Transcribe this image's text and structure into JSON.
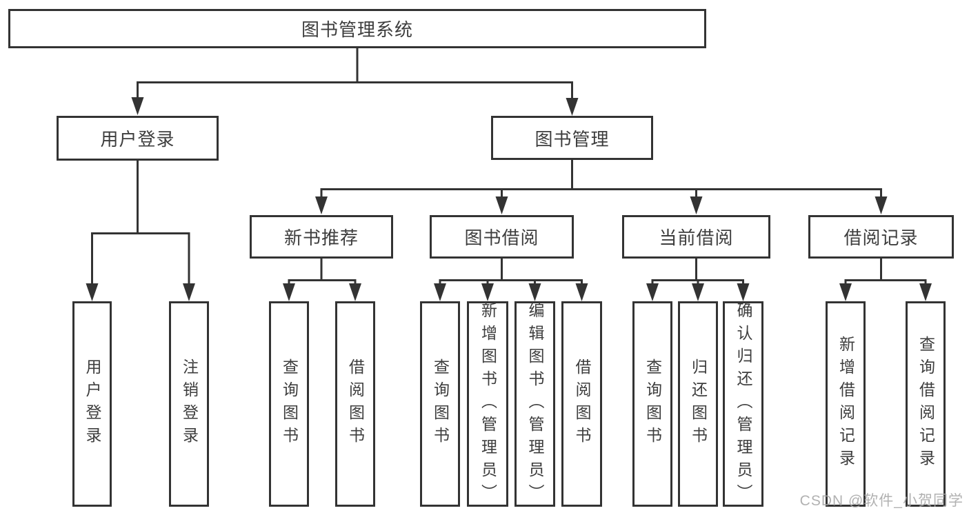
{
  "diagram": {
    "root": {
      "label": "图书管理系统"
    },
    "branches": [
      {
        "label": "用户登录",
        "children": [
          {
            "label": "用户登录"
          },
          {
            "label": "注销登录"
          }
        ]
      },
      {
        "label": "图书管理",
        "children": [
          {
            "label": "新书推荐",
            "children": [
              {
                "label": "查询图书"
              },
              {
                "label": "借阅图书"
              }
            ]
          },
          {
            "label": "图书借阅",
            "children": [
              {
                "label": "查询图书"
              },
              {
                "label": "新增图书（管理员）"
              },
              {
                "label": "编辑图书（管理员）"
              },
              {
                "label": "借阅图书"
              }
            ]
          },
          {
            "label": "当前借阅",
            "children": [
              {
                "label": "查询图书"
              },
              {
                "label": "归还图书"
              },
              {
                "label": "确认归还（管理员）"
              }
            ]
          },
          {
            "label": "借阅记录",
            "children": [
              {
                "label": "新增借阅记录"
              },
              {
                "label": "查询借阅记录"
              }
            ]
          }
        ]
      }
    ]
  },
  "watermark": {
    "text": "CSDN @软件_小贺同学"
  },
  "colors": {
    "line": "#333333",
    "text": "#3d3d3d",
    "box_background": "#ffffff",
    "watermark": "#a9a9a9",
    "background": "#ffffff"
  }
}
